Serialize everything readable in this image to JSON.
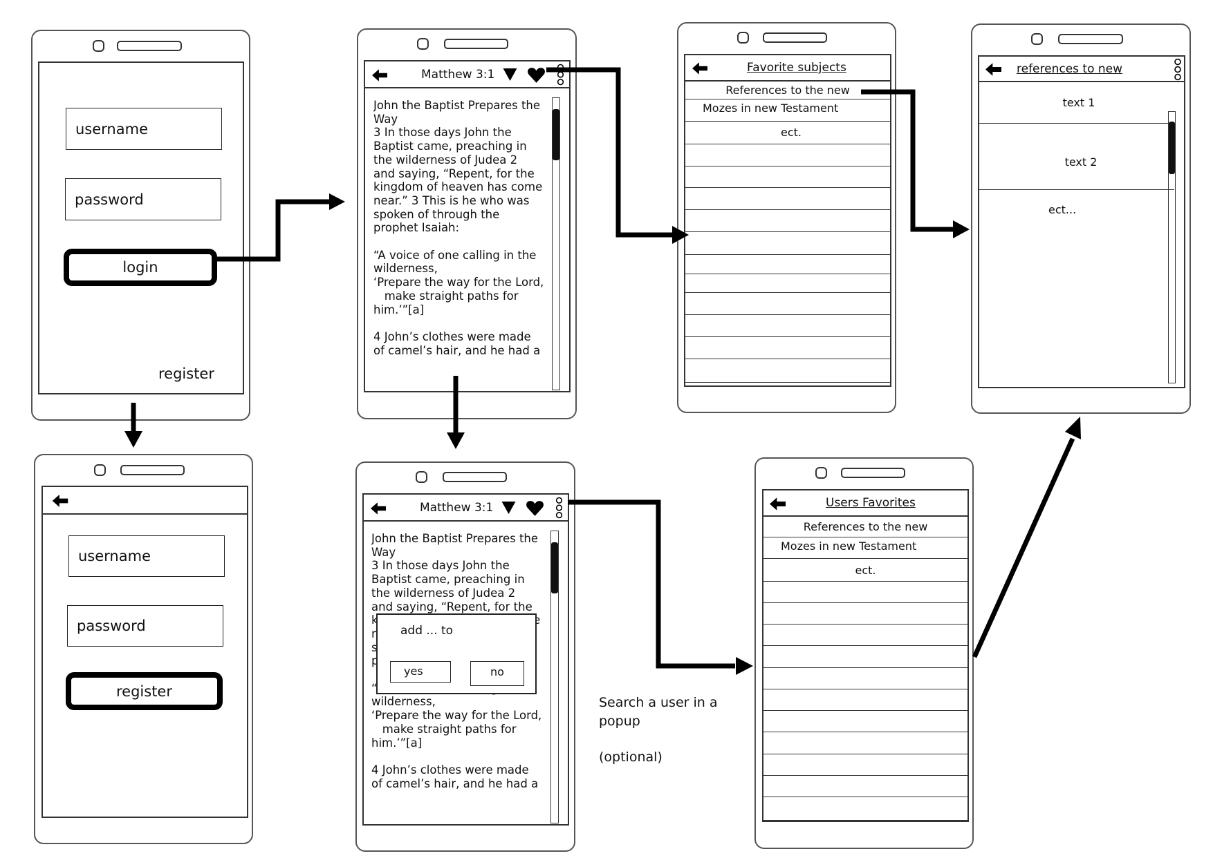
{
  "login_screen": {
    "username_placeholder": "username",
    "password_placeholder": "password",
    "login_label": "login",
    "register_link": "register"
  },
  "register_screen": {
    "username_placeholder": "username",
    "password_placeholder": "password",
    "register_label": "register"
  },
  "reader_screen": {
    "reference": "Matthew 3:1",
    "text": "John the Baptist Prepares the\nWay\n3 In those days John the\nBaptist came, preaching in\nthe wilderness of Judea 2\nand saying, “Repent, for the\nkingdom of heaven has come\nnear.” 3 This is he who was\nspoken of through the\nprophet Isaiah:\n\n“A voice of one calling in the\nwilderness,\n‘Prepare the way for the Lord,\n   make straight paths for\nhim.’”[a]\n\n4 John’s clothes were made\nof camel’s hair, and he had a"
  },
  "reader_popup_screen": {
    "reference": "Matthew 3:1",
    "text": "John the Baptist Prepares the\nWay\n3 In those days John the\nBaptist came, preaching in\nthe wilderness of Judea 2\nand saying, “Repent, for the\nkingdom of heaven has come\nnear.” 3 This is he who was\nspoken of through the\nprophet Isaiah:\n\n“A voice of one calling in the\nwilderness,\n‘Prepare the way for the Lord,\n   make straight paths for\nhim.’”[a]\n\n4 John’s clothes were made\nof camel’s hair, and he had a",
    "popup": {
      "prompt": "add ... to",
      "yes_label": "yes",
      "no_label": "no"
    }
  },
  "favorites_screen": {
    "title": "Favorite subjects",
    "items": [
      "References to the new",
      "Mozes in new Testament",
      "ect."
    ]
  },
  "users_favorites_screen": {
    "title": "Users Favorites",
    "items": [
      "References to the new",
      "Mozes in new Testament",
      "ect."
    ]
  },
  "references_screen": {
    "title": "references to new",
    "items": [
      "text 1",
      "text 2",
      "ect..."
    ]
  },
  "annotation": {
    "search_note": "Search a user in a\npopup",
    "optional_note": "(optional)"
  },
  "colors": {
    "ink": "#000000",
    "frame": "#555555",
    "background": "#ffffff"
  },
  "icons": [
    "back-arrow-icon",
    "dropdown-triangle-icon",
    "heart-icon",
    "more-vertical-icon"
  ]
}
